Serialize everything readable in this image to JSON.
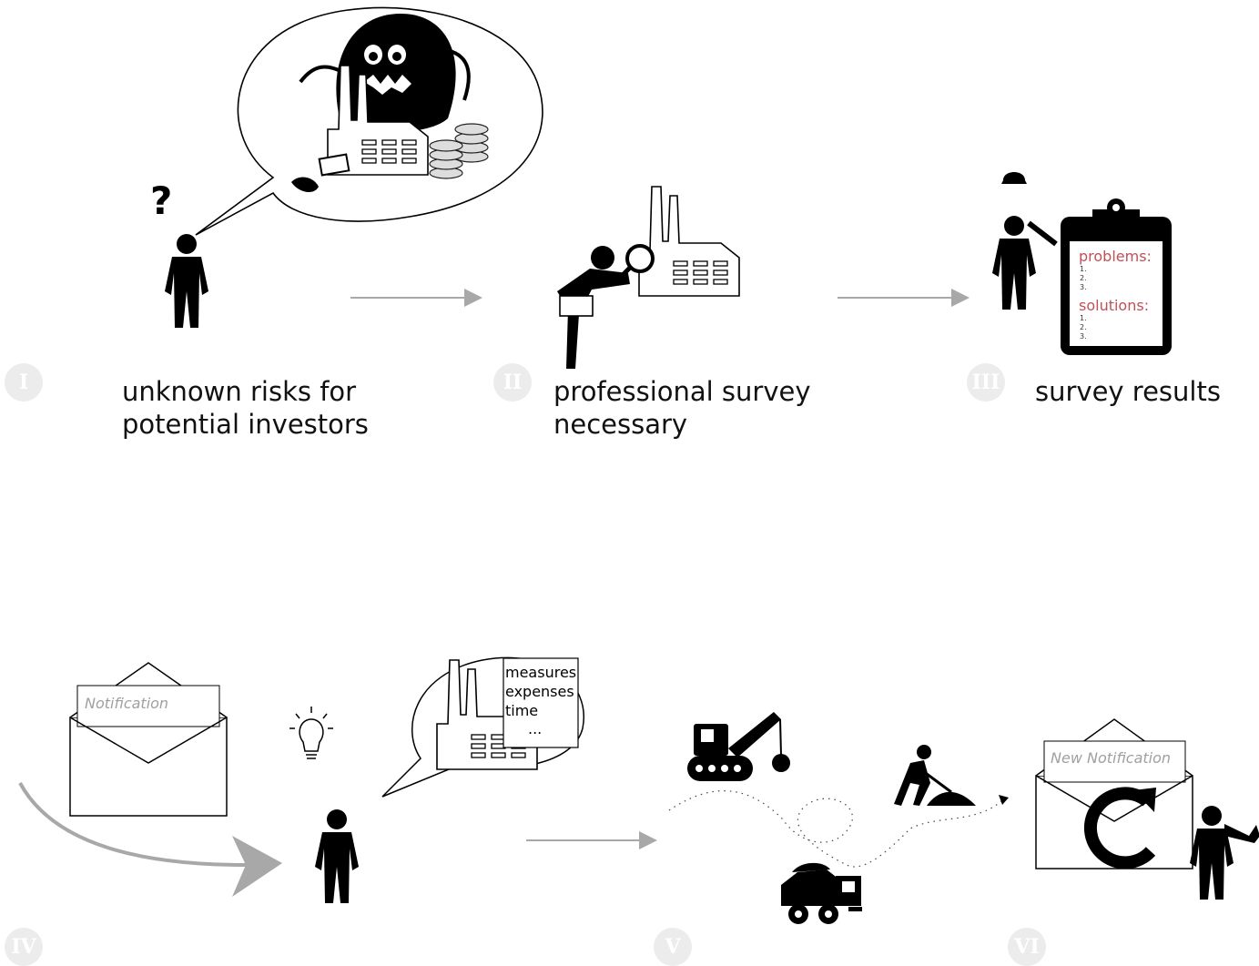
{
  "steps": [
    {
      "numeral": "I",
      "caption_line1": "unknown risks for",
      "caption_line2": "potential investors"
    },
    {
      "numeral": "II",
      "caption_line1": "professional survey",
      "caption_line2": "necessary"
    },
    {
      "numeral": "III",
      "caption_line1": "survey results",
      "caption_line2": ""
    },
    {
      "numeral": "IV"
    },
    {
      "numeral": "V"
    },
    {
      "numeral": "VI"
    }
  ],
  "question_mark": "?",
  "clipboard": {
    "problems_title": "problems:",
    "solutions_title": "solutions:",
    "items": [
      "1.",
      "2.",
      "3."
    ]
  },
  "notification": {
    "label": "Notification"
  },
  "new_notification": {
    "label": "New Notification"
  },
  "plan_list": [
    "measures",
    "expenses",
    "time",
    "..."
  ],
  "colors": {
    "accent_red": "#c0505a",
    "arrow_gray": "#a8a8a8",
    "numeral_bg": "#ececec",
    "ink": "#000000"
  }
}
